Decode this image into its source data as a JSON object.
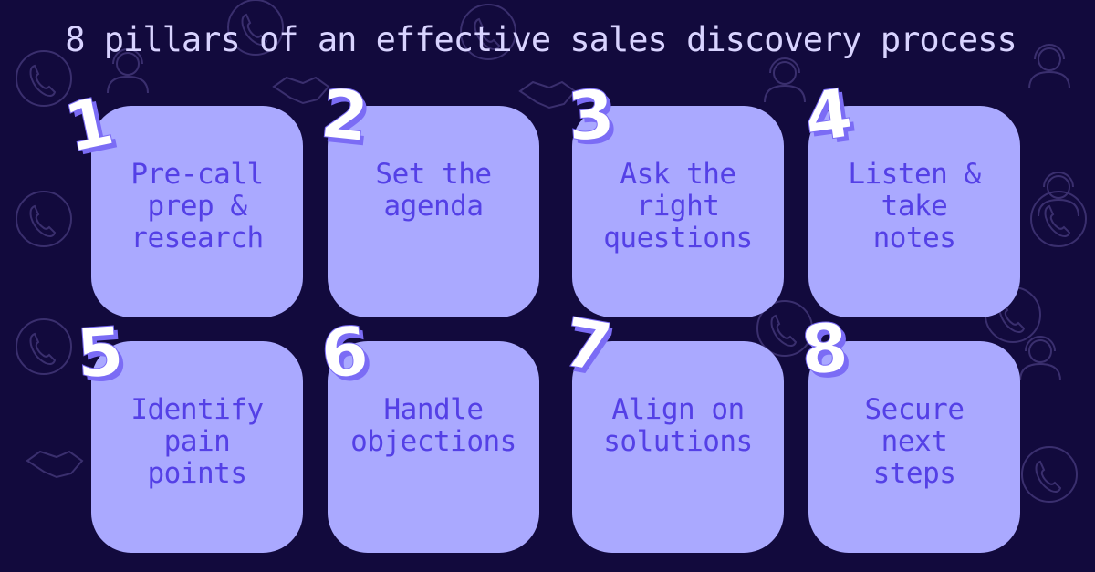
{
  "title": "8 pillars of an effective sales discovery process",
  "pillars": [
    {
      "number": "1",
      "label": "Pre-call\nprep &\nresearch"
    },
    {
      "number": "2",
      "label": "Set the\nagenda"
    },
    {
      "number": "3",
      "label": "Ask the\nright\nquestions"
    },
    {
      "number": "4",
      "label": "Listen &\ntake\nnotes"
    },
    {
      "number": "5",
      "label": "Identify\npain\npoints"
    },
    {
      "number": "6",
      "label": "Handle\nobjections"
    },
    {
      "number": "7",
      "label": "Align on\nsolutions"
    },
    {
      "number": "8",
      "label": "Secure\nnext\nsteps"
    }
  ],
  "colors": {
    "background": "#120a3d",
    "card": "#aaa9ff",
    "card_text": "#5440e6",
    "number_fill": "#ffffff",
    "number_shadow": "#7b6cf5",
    "title": "#d8d3ff"
  },
  "background_icons": [
    "phone-icon",
    "headset-agent-icon",
    "handshake-icon"
  ]
}
